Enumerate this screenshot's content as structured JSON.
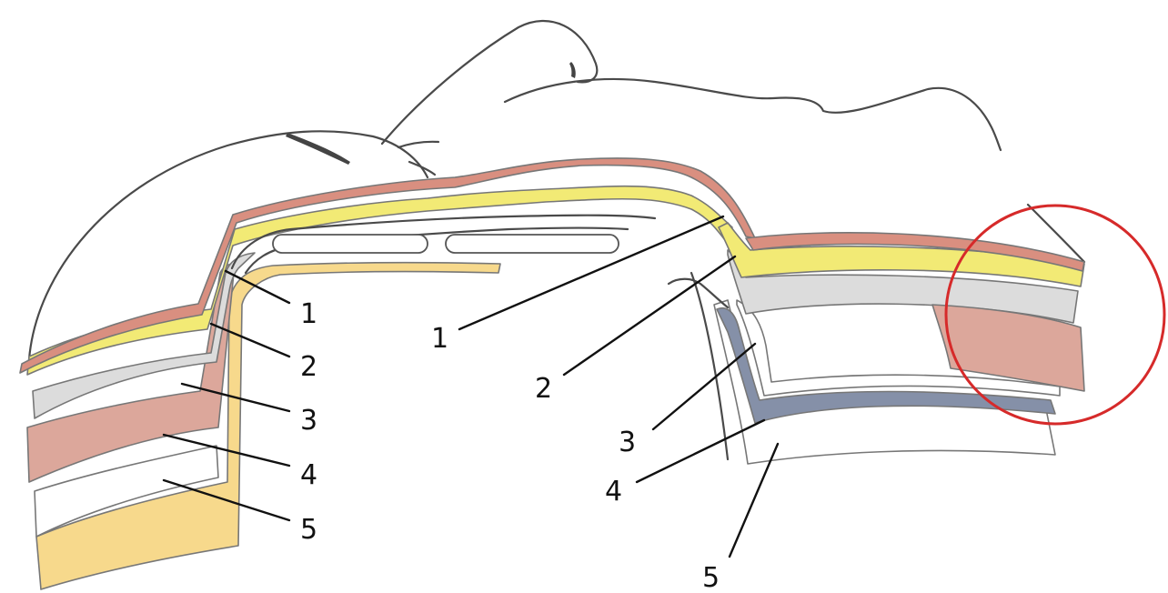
{
  "labels_left": [
    "1",
    "2",
    "3",
    "4",
    "5"
  ],
  "labels_right": [
    "1",
    "2",
    "3",
    "4",
    "5"
  ],
  "colors": {
    "skin": "#d98f80",
    "fat": "#f2ea75",
    "fascia": "#dcdcdc",
    "muscle": "#dca79b",
    "fat_deep": "#f7d98c",
    "periosteum": "#8590a8",
    "highlight_circle": "#d62a2a",
    "outline": "#4a4a4a"
  }
}
